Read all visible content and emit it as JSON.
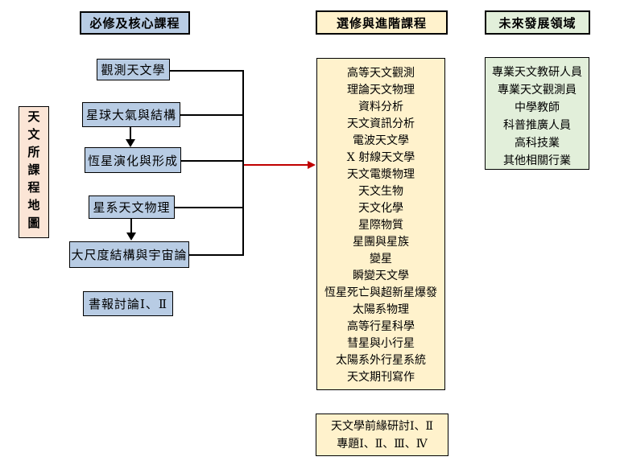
{
  "map_title": "天文所課程地圖",
  "headers": {
    "core": "必修及核心課程",
    "elective": "選修與進階課程",
    "future": "未來發展領域"
  },
  "core_courses": {
    "boxes": [
      "觀測天文學",
      "星球大氣與結構",
      "恆星演化與形成",
      "星系天文物理",
      "大尺度結構與宇宙論"
    ],
    "seminar": "書報討論Ⅰ、Ⅱ"
  },
  "elective_courses": [
    "高等天文觀測",
    "理論天文物理",
    "資料分析",
    "天文資訊分析",
    "電波天文學",
    "X 射線天文學",
    "天文電漿物理",
    "天文生物",
    "天文化學",
    "星際物質",
    "星團與星族",
    "變星",
    "瞬變天文學",
    "恆星死亡與超新星爆發",
    "太陽系物理",
    "高等行星科學",
    "彗星與小行星",
    "太陽系外行星系統",
    "天文期刊寫作"
  ],
  "capstone_courses": [
    "天文學前緣研討Ⅰ、Ⅱ",
    "專題Ⅰ、Ⅱ、Ⅲ、Ⅳ"
  ],
  "future_fields": [
    "專業天文教研人員",
    "專業天文觀測員",
    "中學教師",
    "科普推廣人員",
    "高科技業",
    "其他相關行業"
  ],
  "colors": {
    "blue_box": "#B8CCE4",
    "peach_box": "#FBE5D6",
    "yellow_box": "#FFF2CC",
    "green_box": "#E2EFDA",
    "arrow_red": "#C00000",
    "line_black": "#000000"
  }
}
